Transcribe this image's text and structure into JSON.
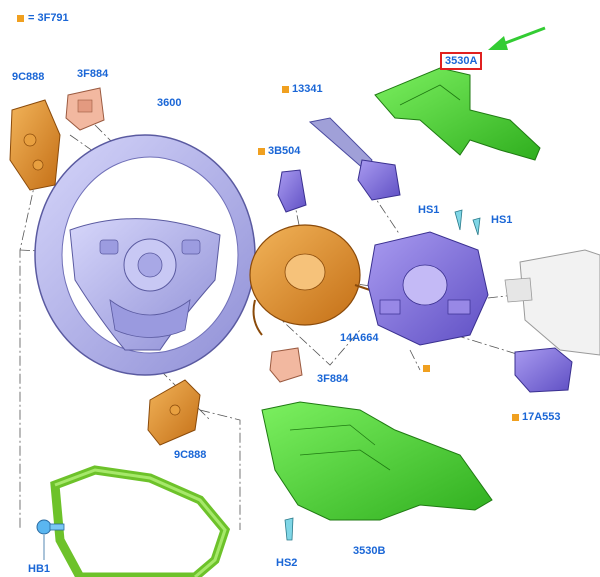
{
  "legend": {
    "equals_text": "= 3F791",
    "marker_color": "#f0a020"
  },
  "labels": {
    "l9C888_top": "9C888",
    "l3F884_top": "3F884",
    "l3600": "3600",
    "l13341": "13341",
    "l3B504": "3B504",
    "l3530A": "3530A",
    "lHS1_a": "HS1",
    "lHS1_b": "HS1",
    "l14A664": "14A664",
    "l3F884_bottom": "3F884",
    "l9C888_bottom": "9C888",
    "l17A553": "17A553",
    "lHB1": "HB1",
    "lHS2": "HS2",
    "l3530B": "3530B"
  },
  "colors": {
    "label_blue": "#1a66d6",
    "marker_orange": "#f0a020",
    "highlight_red": "#e02020",
    "arrow_green": "#33cc33",
    "shroud_green": "#44dd33",
    "wheel_lavender": "#b8b8ee",
    "clockspring_orange": "#d98a2a",
    "switch_purple": "#8a7ae0"
  }
}
